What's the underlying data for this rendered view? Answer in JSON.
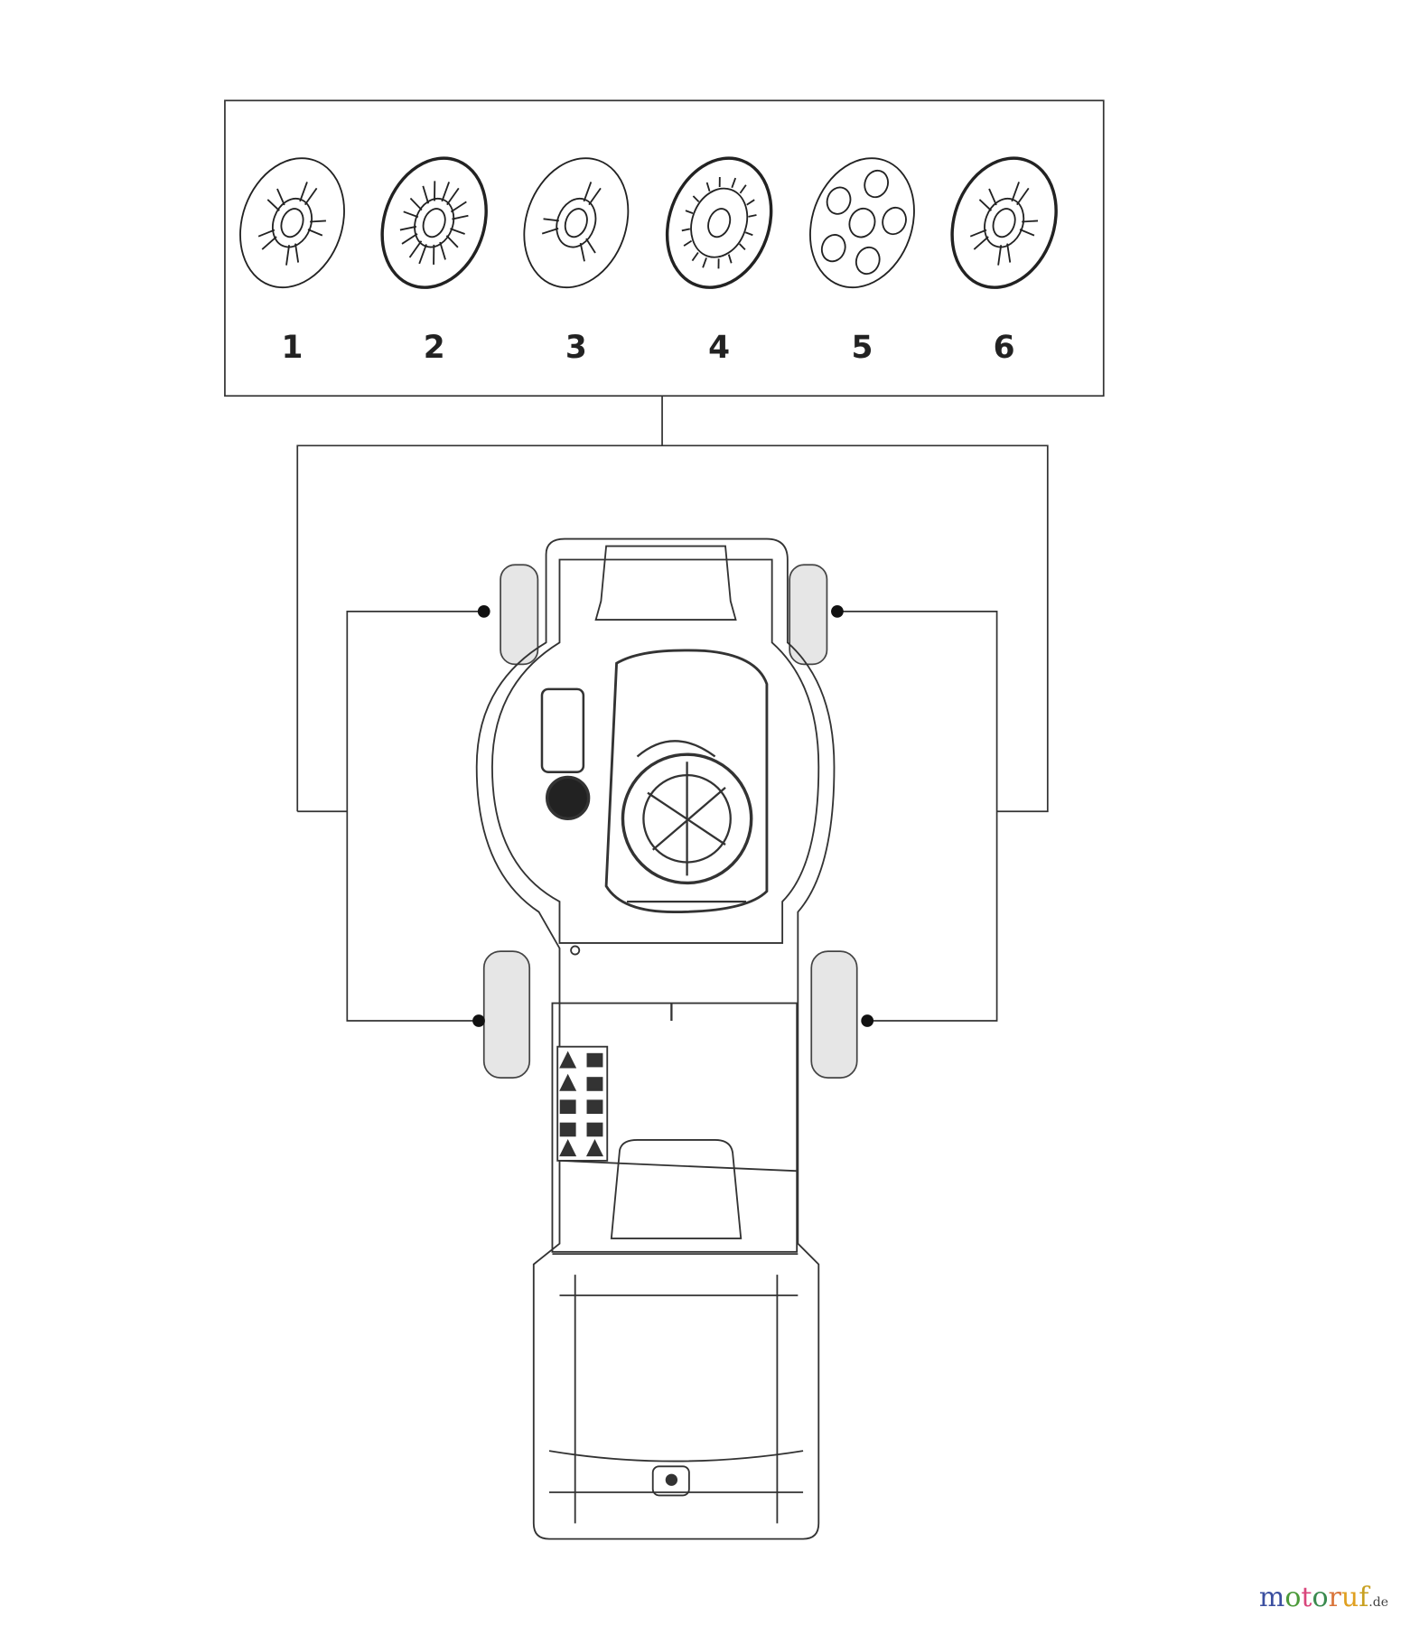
{
  "parts": [
    {
      "label": "1",
      "style": "five-spoke"
    },
    {
      "label": "2",
      "style": "eight-slot"
    },
    {
      "label": "3",
      "style": "three-spoke"
    },
    {
      "label": "4",
      "style": "ring-slot"
    },
    {
      "label": "5",
      "style": "five-hole"
    },
    {
      "label": "6",
      "style": "split-spoke"
    }
  ],
  "watermark": {
    "text": "motoruf",
    "suffix": ".de",
    "colors": [
      "#3b4fa0",
      "#4c9a3a",
      "#d9467c",
      "#3a8a4e",
      "#d9743a",
      "#e0a020",
      "#c8a020"
    ]
  }
}
